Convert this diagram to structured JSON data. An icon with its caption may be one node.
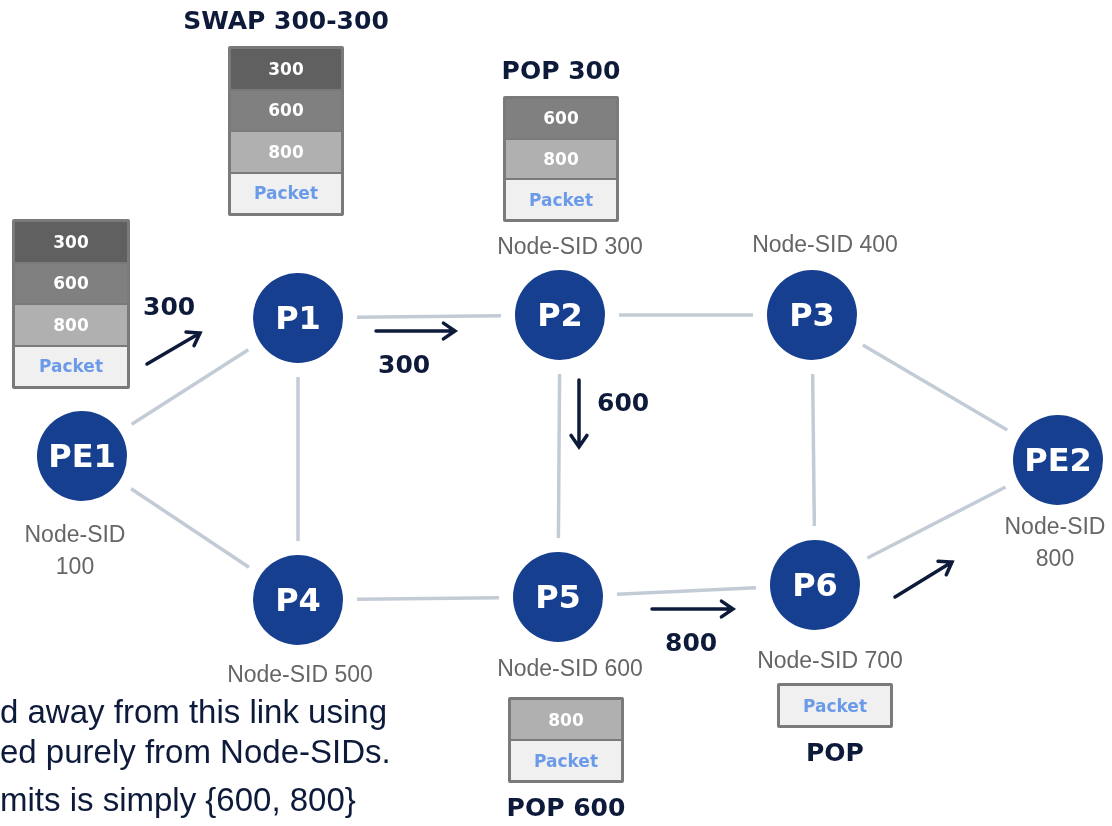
{
  "diagram": {
    "nodes": [
      {
        "text": [
          "PE1"
        ],
        "beside": [
          "Node-SID 100"
        ]
      },
      {
        "text": [
          "P1"
        ]
      },
      {
        "text": [
          "P2"
        ],
        "beside": [
          "Node-SID 300"
        ]
      },
      {
        "text": [
          "P3"
        ],
        "beside": [
          "Node-SID 400"
        ]
      },
      {
        "text": [
          "PE2"
        ],
        "beside": [
          "Node-SID 800"
        ]
      },
      {
        "text": [
          "P4"
        ],
        "beside": [
          "Node-SID 500"
        ]
      },
      {
        "text": [
          "P5"
        ],
        "beside": [
          "Node-SID 600"
        ]
      },
      {
        "text": [
          "P6"
        ],
        "beside": [
          "Node-SID 700"
        ]
      },
      {
        "text": [
          "300",
          "600",
          "800",
          "Packet"
        ]
      },
      {
        "text": [
          "300",
          "600",
          "800",
          "Packet"
        ],
        "beside": [
          "SWAP 300-300"
        ]
      },
      {
        "text": [
          "600",
          "800",
          "Packet"
        ],
        "beside": [
          "POP 300"
        ]
      },
      {
        "text": [
          "800",
          "Packet"
        ],
        "beside": [
          "POP 600"
        ]
      },
      {
        "text": [
          "Packet"
        ],
        "beside": [
          "POP"
        ]
      }
    ],
    "edges": [
      {
        "from": 0,
        "to": 1,
        "arrow": "none"
      },
      {
        "from": 0,
        "to": 5,
        "arrow": "none"
      },
      {
        "from": 1,
        "to": 2,
        "arrow": "none"
      },
      {
        "from": 1,
        "to": 5,
        "arrow": "none"
      },
      {
        "from": 2,
        "to": 3,
        "arrow": "none"
      },
      {
        "from": 2,
        "to": 6,
        "arrow": "none"
      },
      {
        "from": 3,
        "to": 4,
        "arrow": "none"
      },
      {
        "from": 3,
        "to": 7,
        "arrow": "none"
      },
      {
        "from": 5,
        "to": 6,
        "arrow": "none"
      },
      {
        "from": 6,
        "to": 7,
        "arrow": "none"
      },
      {
        "from": 7,
        "to": 4,
        "arrow": "none"
      }
    ],
    "labels": [
      "300",
      "300",
      "600",
      "800",
      "d away from this link using ed purely from Node-SIDs.",
      "mits is simply {600, 800}"
    ]
  }
}
